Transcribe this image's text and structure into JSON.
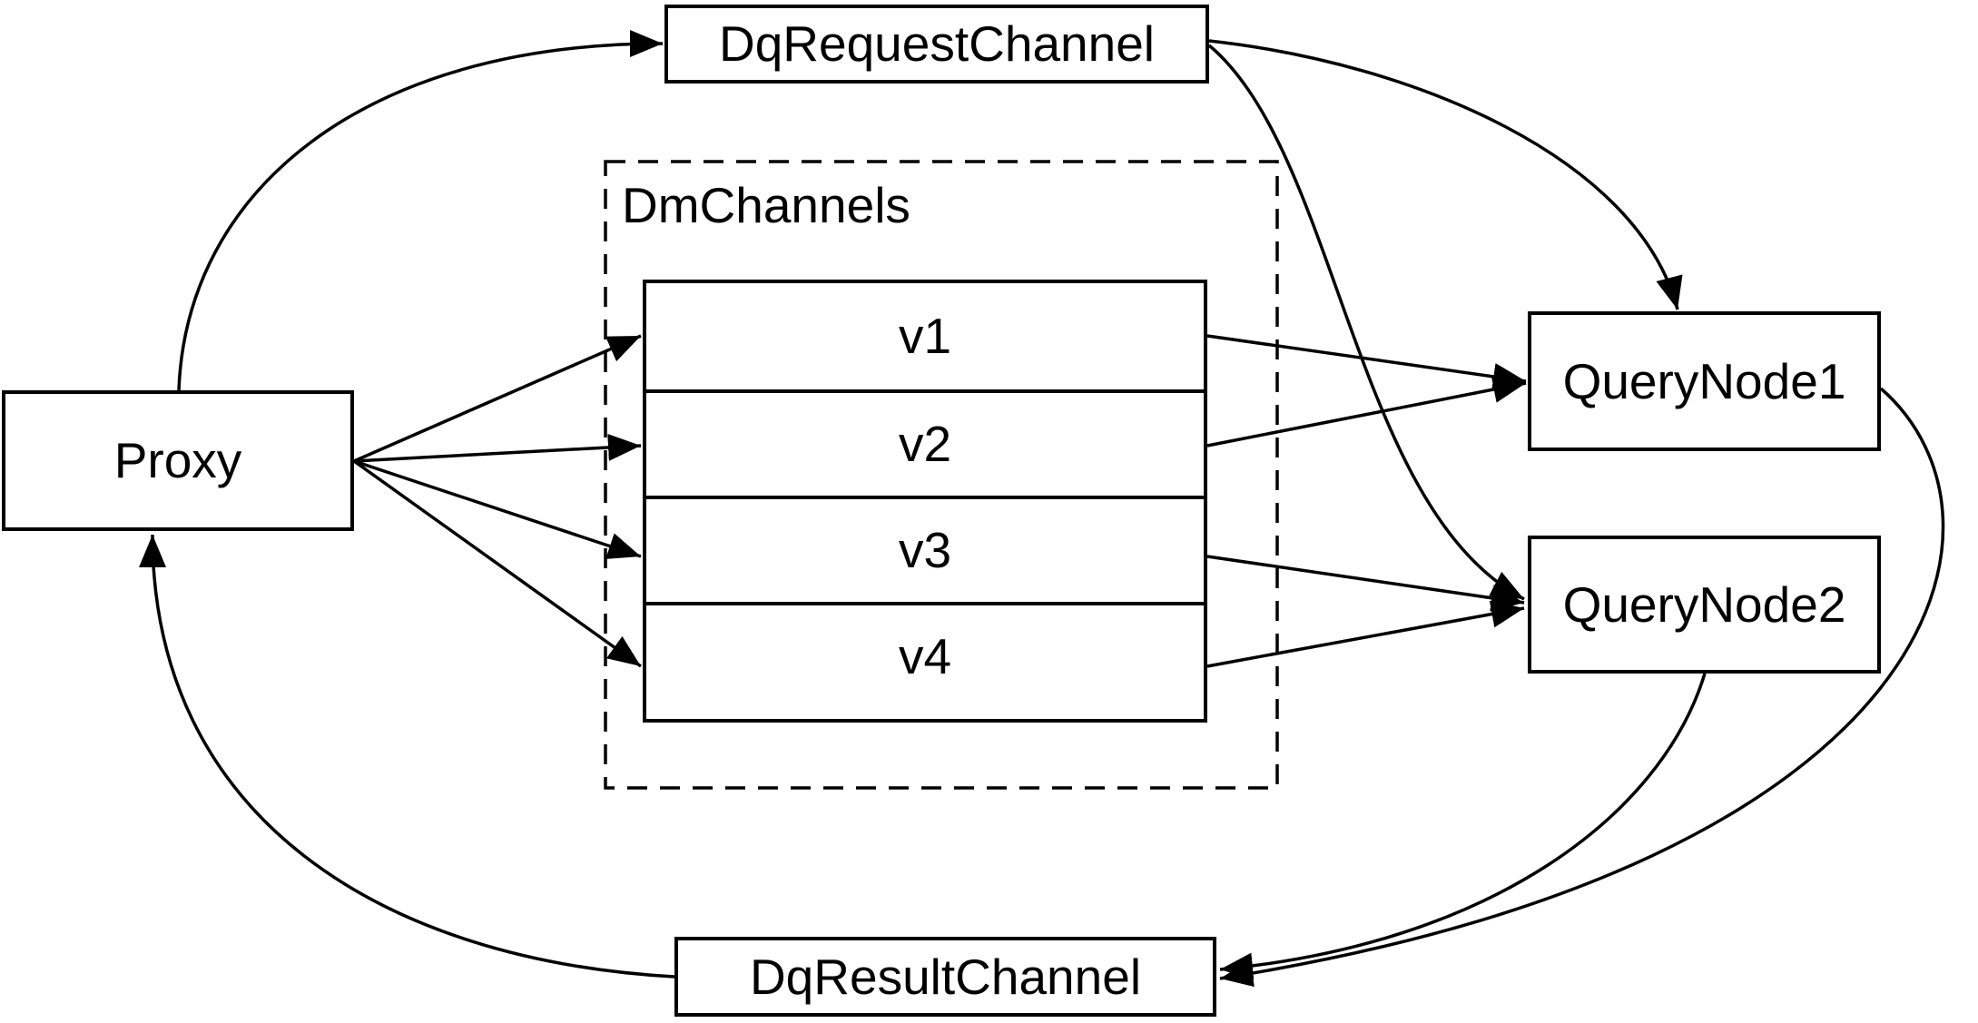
{
  "diagram": {
    "type": "flow-diagram",
    "nodes": {
      "proxy": {
        "label": "Proxy"
      },
      "dq_request_channel": {
        "label": "DqRequestChannel"
      },
      "dm_channels_group": {
        "label": "DmChannels"
      },
      "channels": [
        {
          "label": "v1"
        },
        {
          "label": "v2"
        },
        {
          "label": "v3"
        },
        {
          "label": "v4"
        }
      ],
      "query_node_1": {
        "label": "QueryNode1"
      },
      "query_node_2": {
        "label": "QueryNode2"
      },
      "dq_result_channel": {
        "label": "DqResultChannel"
      }
    },
    "edges": [
      {
        "from": "Proxy",
        "to": "DqRequestChannel",
        "style": "curved"
      },
      {
        "from": "Proxy",
        "to": "v1",
        "style": "straight"
      },
      {
        "from": "Proxy",
        "to": "v2",
        "style": "straight"
      },
      {
        "from": "Proxy",
        "to": "v3",
        "style": "straight"
      },
      {
        "from": "Proxy",
        "to": "v4",
        "style": "straight"
      },
      {
        "from": "v1",
        "to": "QueryNode1",
        "style": "straight"
      },
      {
        "from": "v2",
        "to": "QueryNode1",
        "style": "straight"
      },
      {
        "from": "v3",
        "to": "QueryNode2",
        "style": "straight"
      },
      {
        "from": "v4",
        "to": "QueryNode2",
        "style": "straight"
      },
      {
        "from": "DqRequestChannel",
        "to": "QueryNode1",
        "style": "curved"
      },
      {
        "from": "DqRequestChannel",
        "to": "QueryNode2",
        "style": "curved"
      },
      {
        "from": "QueryNode1",
        "to": "DqResultChannel",
        "style": "curved"
      },
      {
        "from": "QueryNode2",
        "to": "DqResultChannel",
        "style": "curved"
      },
      {
        "from": "DqResultChannel",
        "to": "Proxy",
        "style": "curved"
      }
    ],
    "colors": {
      "background": "#ffffff",
      "stroke": "#000000",
      "text": "#000000"
    }
  }
}
